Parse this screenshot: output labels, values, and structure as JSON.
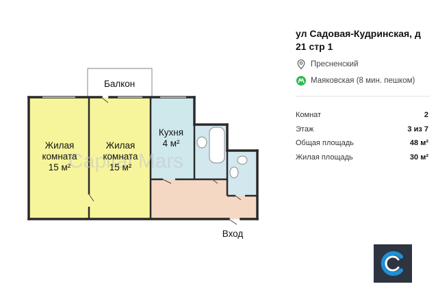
{
  "plan": {
    "rooms": [
      {
        "name": "Жилая",
        "name2": "комната",
        "area": "15 м²"
      },
      {
        "name": "Жилая",
        "name2": "комната",
        "area": "15 м²"
      },
      {
        "name": "Кухня",
        "area": "4 м²"
      }
    ],
    "balcony_label": "Балкон",
    "entrance_label": "Вход",
    "watermark": "Capital Mars"
  },
  "listing": {
    "address": "ул Садовая-Кудринская, д 21 стр 1",
    "district": "Пресненский",
    "metro": "Маяковская (8 мин. пешком)",
    "facts": [
      {
        "label": "Комнат",
        "value": "2"
      },
      {
        "label": "Этаж",
        "value": "3 из 7"
      },
      {
        "label": "Общая площадь",
        "value": "48 м²"
      },
      {
        "label": "Жилая площадь",
        "value": "30 м²"
      }
    ]
  },
  "colors": {
    "living": "#f7f59c",
    "kitchen": "#cfe8ec",
    "bath": "#d2e8ee",
    "corridor": "#f5d8c4",
    "wall": "#2a2a2a",
    "metro": "#2dbb4e",
    "brand": "#2e3440"
  },
  "icons": {
    "location": "location-pin-icon",
    "metro": "metro-icon",
    "brand": "cian-logo-icon"
  }
}
